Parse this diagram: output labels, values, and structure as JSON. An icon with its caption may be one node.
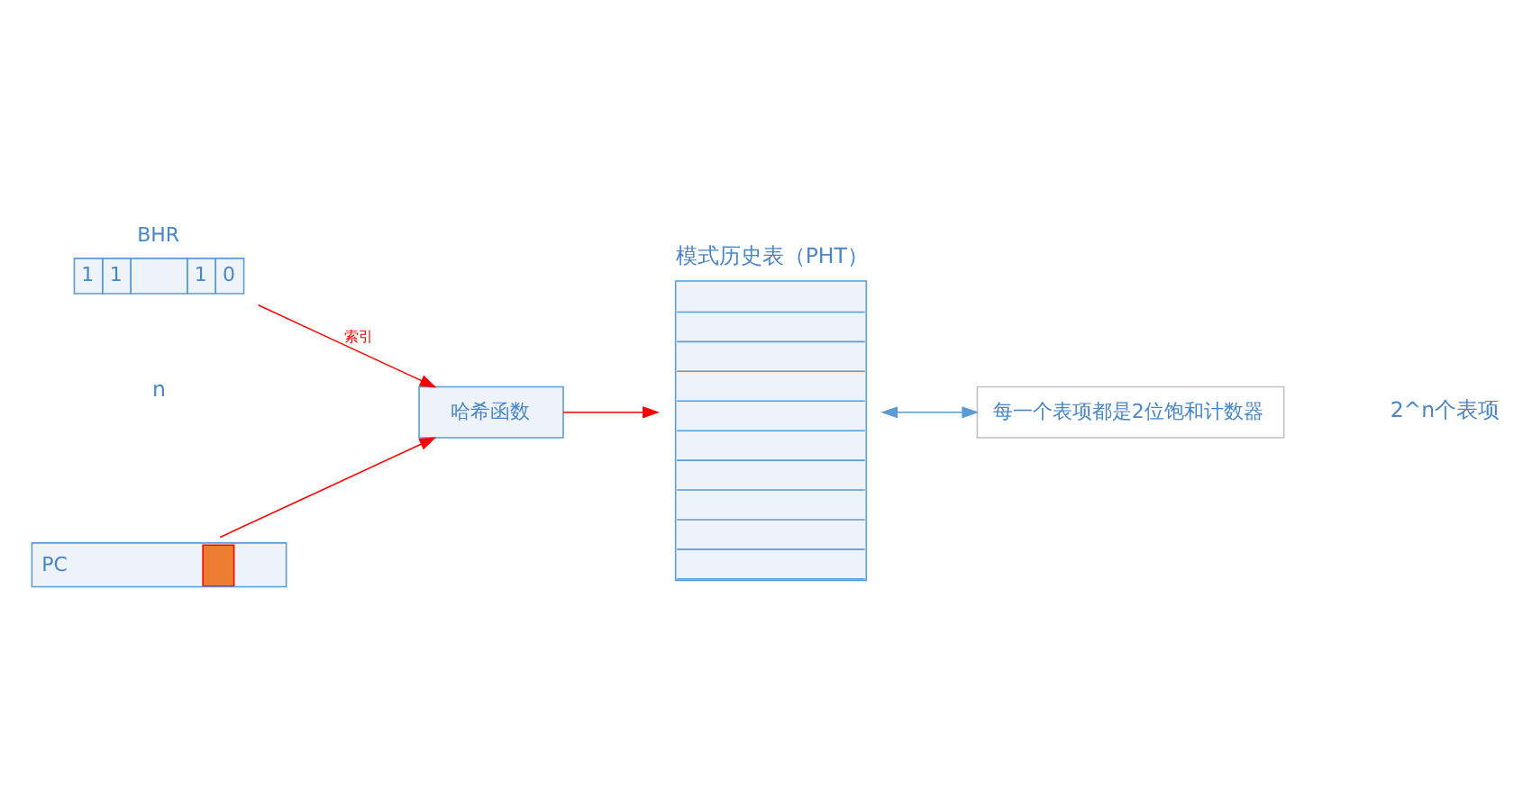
{
  "diagram": {
    "nodes": [
      {
        "text": [
          "PC"
        ]
      },
      {
        "text": [
          "哈希函数"
        ]
      },
      {
        "text": [
          "BHR",
          "1",
          "1",
          "1",
          "0"
        ]
      },
      {
        "text": [
          "模式历史表（PHT）"
        ]
      },
      {
        "text": [
          "每一个表项都是2位饱和计数器"
        ]
      }
    ],
    "edges": [
      {
        "from": 0,
        "to": 1,
        "arrow": "to"
      },
      {
        "from": 2,
        "to": 1,
        "arrow": "to",
        "label": "索引"
      },
      {
        "from": 1,
        "to": 3,
        "arrow": "to"
      },
      {
        "from": 3,
        "to": 4,
        "arrow": "both",
        "color": "#5b9bd5"
      }
    ],
    "labels": [
      "n",
      "2^n个表项"
    ]
  }
}
